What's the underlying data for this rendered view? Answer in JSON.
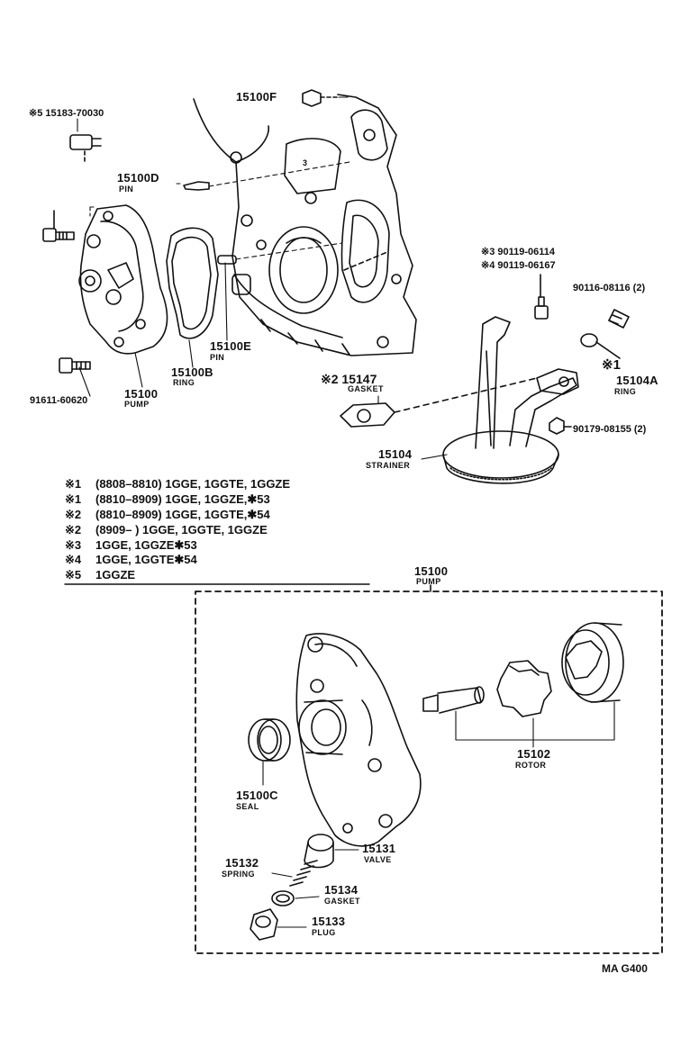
{
  "callouts": {
    "p15183": {
      "mark": "※5",
      "number": "15183-70030"
    },
    "p15100F": {
      "number": "15100F"
    },
    "p15100D": {
      "number": "15100D",
      "name": "PIN"
    },
    "p15100E": {
      "number": "15100E",
      "name": "PIN"
    },
    "p15100B": {
      "number": "15100B",
      "name": "RING"
    },
    "p15100pump": {
      "number": "15100",
      "name": "PUMP"
    },
    "p91611": {
      "number": "91611-60620"
    },
    "p15147": {
      "mark": "※2",
      "number": "15147",
      "name": "GASKET"
    },
    "p90119": {
      "mark3": "※3",
      "number3": "90119-06114",
      "mark4": "※4",
      "number4": "90119-06167"
    },
    "p90116": {
      "number": "90116-08116 (2)"
    },
    "p15104A": {
      "mark": "※1",
      "number": "15104A",
      "name": "RING"
    },
    "p90179": {
      "number": "90179-08155 (2)"
    },
    "p15104": {
      "number": "15104",
      "name": "STRAINER"
    },
    "p15100box": {
      "number": "15100",
      "name": "PUMP"
    },
    "p15102": {
      "number": "15102",
      "name": "ROTOR"
    },
    "p15100C": {
      "number": "15100C",
      "name": "SEAL"
    },
    "p15131": {
      "number": "15131",
      "name": "VALVE"
    },
    "p15132": {
      "number": "15132",
      "name": "SPRING"
    },
    "p15134": {
      "number": "15134",
      "name": "GASKET"
    },
    "p15133": {
      "number": "15133",
      "name": "PLUG"
    },
    "num3": "3"
  },
  "notes": [
    {
      "mark": "※1",
      "text": "(8808–8810) 1GGE, 1GGTE, 1GGZE"
    },
    {
      "mark": "※1",
      "text": "(8810–8909) 1GGE, 1GGZE,✱53"
    },
    {
      "mark": "※2",
      "text": "(8810–8909) 1GGE, 1GGTE,✱54"
    },
    {
      "mark": "※2",
      "text": "(8909–        ) 1GGE, 1GGTE, 1GGZE"
    },
    {
      "mark": "※3",
      "text": "1GGE, 1GGZE✱53"
    },
    {
      "mark": "※4",
      "text": "1GGE, 1GGTE✱54"
    },
    {
      "mark": "※5",
      "text": "1GGZE"
    }
  ],
  "figure_ref": "MA G400"
}
